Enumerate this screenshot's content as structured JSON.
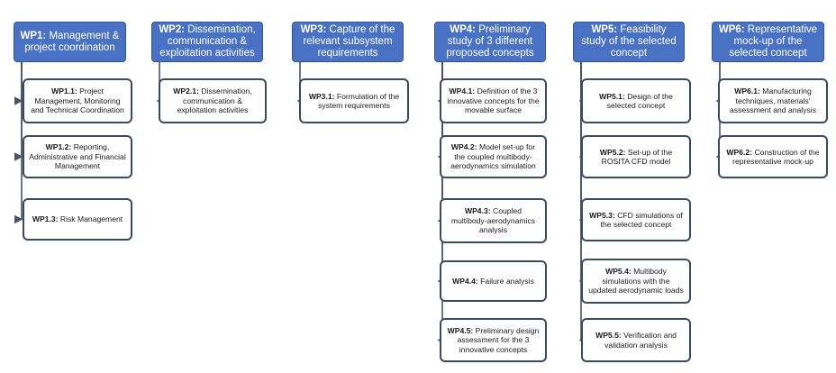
{
  "work_packages": [
    {
      "id": "WP1:",
      "title": "Management & project coordination",
      "tasks": [
        {
          "id": "WP1.1:",
          "text": "Project Management, Monitoring and Technical Coordination"
        },
        {
          "id": "WP1.2:",
          "text": "Reporting, Administrative and Financial Management"
        },
        {
          "id": "WP1.3:",
          "text": "Risk Management"
        }
      ]
    },
    {
      "id": "WP2:",
      "title": "Dissemination, communication & exploitation activities",
      "tasks": [
        {
          "id": "WP2.1:",
          "text": "Dissemination, communication & exploitation activities"
        }
      ]
    },
    {
      "id": "WP3:",
      "title": "Capture of the relevant subsystem requirements",
      "tasks": [
        {
          "id": "WP3.1:",
          "text": "Formulation of the system requirements"
        }
      ]
    },
    {
      "id": "WP4:",
      "title": "Preliminary study of 3 different proposed concepts",
      "tasks": [
        {
          "id": "WP4.1:",
          "text": "Definition of the 3 innovative concepts for the movable surface"
        },
        {
          "id": "WP4.2:",
          "text": "Model set-up for the coupled multibody-aerodynamics simulation"
        },
        {
          "id": "WP4.3:",
          "text": "Coupled multibody-aerodynamics analysis"
        },
        {
          "id": "WP4.4:",
          "text": "Failure analysis"
        },
        {
          "id": "WP4.5:",
          "text": "Preliminary design assessment for the 3 innovative concepts"
        }
      ]
    },
    {
      "id": "WP5:",
      "title": "Feasibility study of the selected concept",
      "tasks": [
        {
          "id": "WP5.1:",
          "text": "Design of the selected concept"
        },
        {
          "id": "WP5.2:",
          "text": "Set-up of the ROSITA CFD model"
        },
        {
          "id": "WP5.3:",
          "text": "CFD simulations of the selected concept"
        },
        {
          "id": "WP5.4:",
          "text": "Multibody simulations with the updated aerodynamic loads"
        },
        {
          "id": "WP5.5:",
          "text": "Verification and validation analysis"
        }
      ]
    },
    {
      "id": "WP6:",
      "title": "Representative mock-up of the selected concept",
      "tasks": [
        {
          "id": "WP6.1:",
          "text": "Manufacturing techniques, materials' assessment and analysis"
        },
        {
          "id": "WP6.2:",
          "text": "Construction of the representative mock-up"
        }
      ]
    }
  ],
  "colors": {
    "header_fill": "#4a72c4",
    "header_border": "#2f5597",
    "task_border": "#3b4a5e",
    "connector": "#4a5568"
  }
}
